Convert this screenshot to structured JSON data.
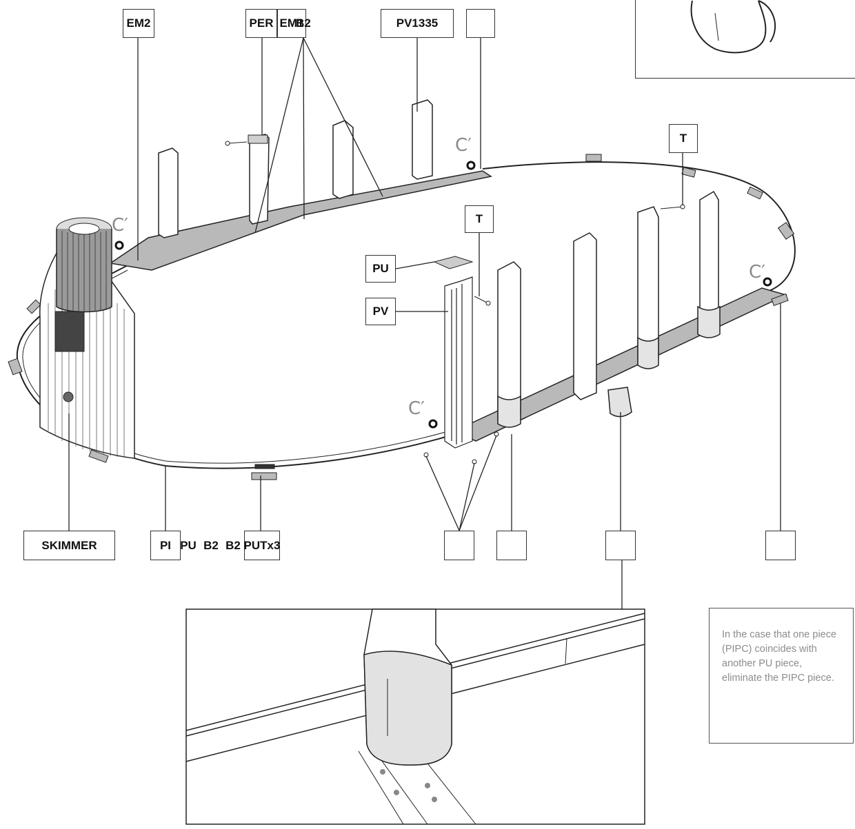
{
  "labels": {
    "em2": "EM2",
    "per": "PER",
    "em1": "EM1",
    "b2_overlap": "B2",
    "pv1335": "PV1335",
    "t_right": "T",
    "t_center": "T",
    "pu": "PU",
    "pv": "PV",
    "skimmer": "SKIMMER",
    "pi": "PI",
    "pu_bottom": "PU",
    "b2_a": "B2",
    "b2_b": "B2",
    "putx3": "PUTx3"
  },
  "corner_marks": [
    "C′",
    "C′",
    "C′",
    "C′"
  ],
  "note": "In the case that one piece (PIPC) coincides with another PU piece, eliminate the PIPC piece.",
  "colors": {
    "line": "#222222",
    "rail_fill": "#bdbdbd",
    "boot_fill": "#e6e6e6",
    "cprime": "#8a8a8a",
    "note_text": "#8c8c8c"
  }
}
